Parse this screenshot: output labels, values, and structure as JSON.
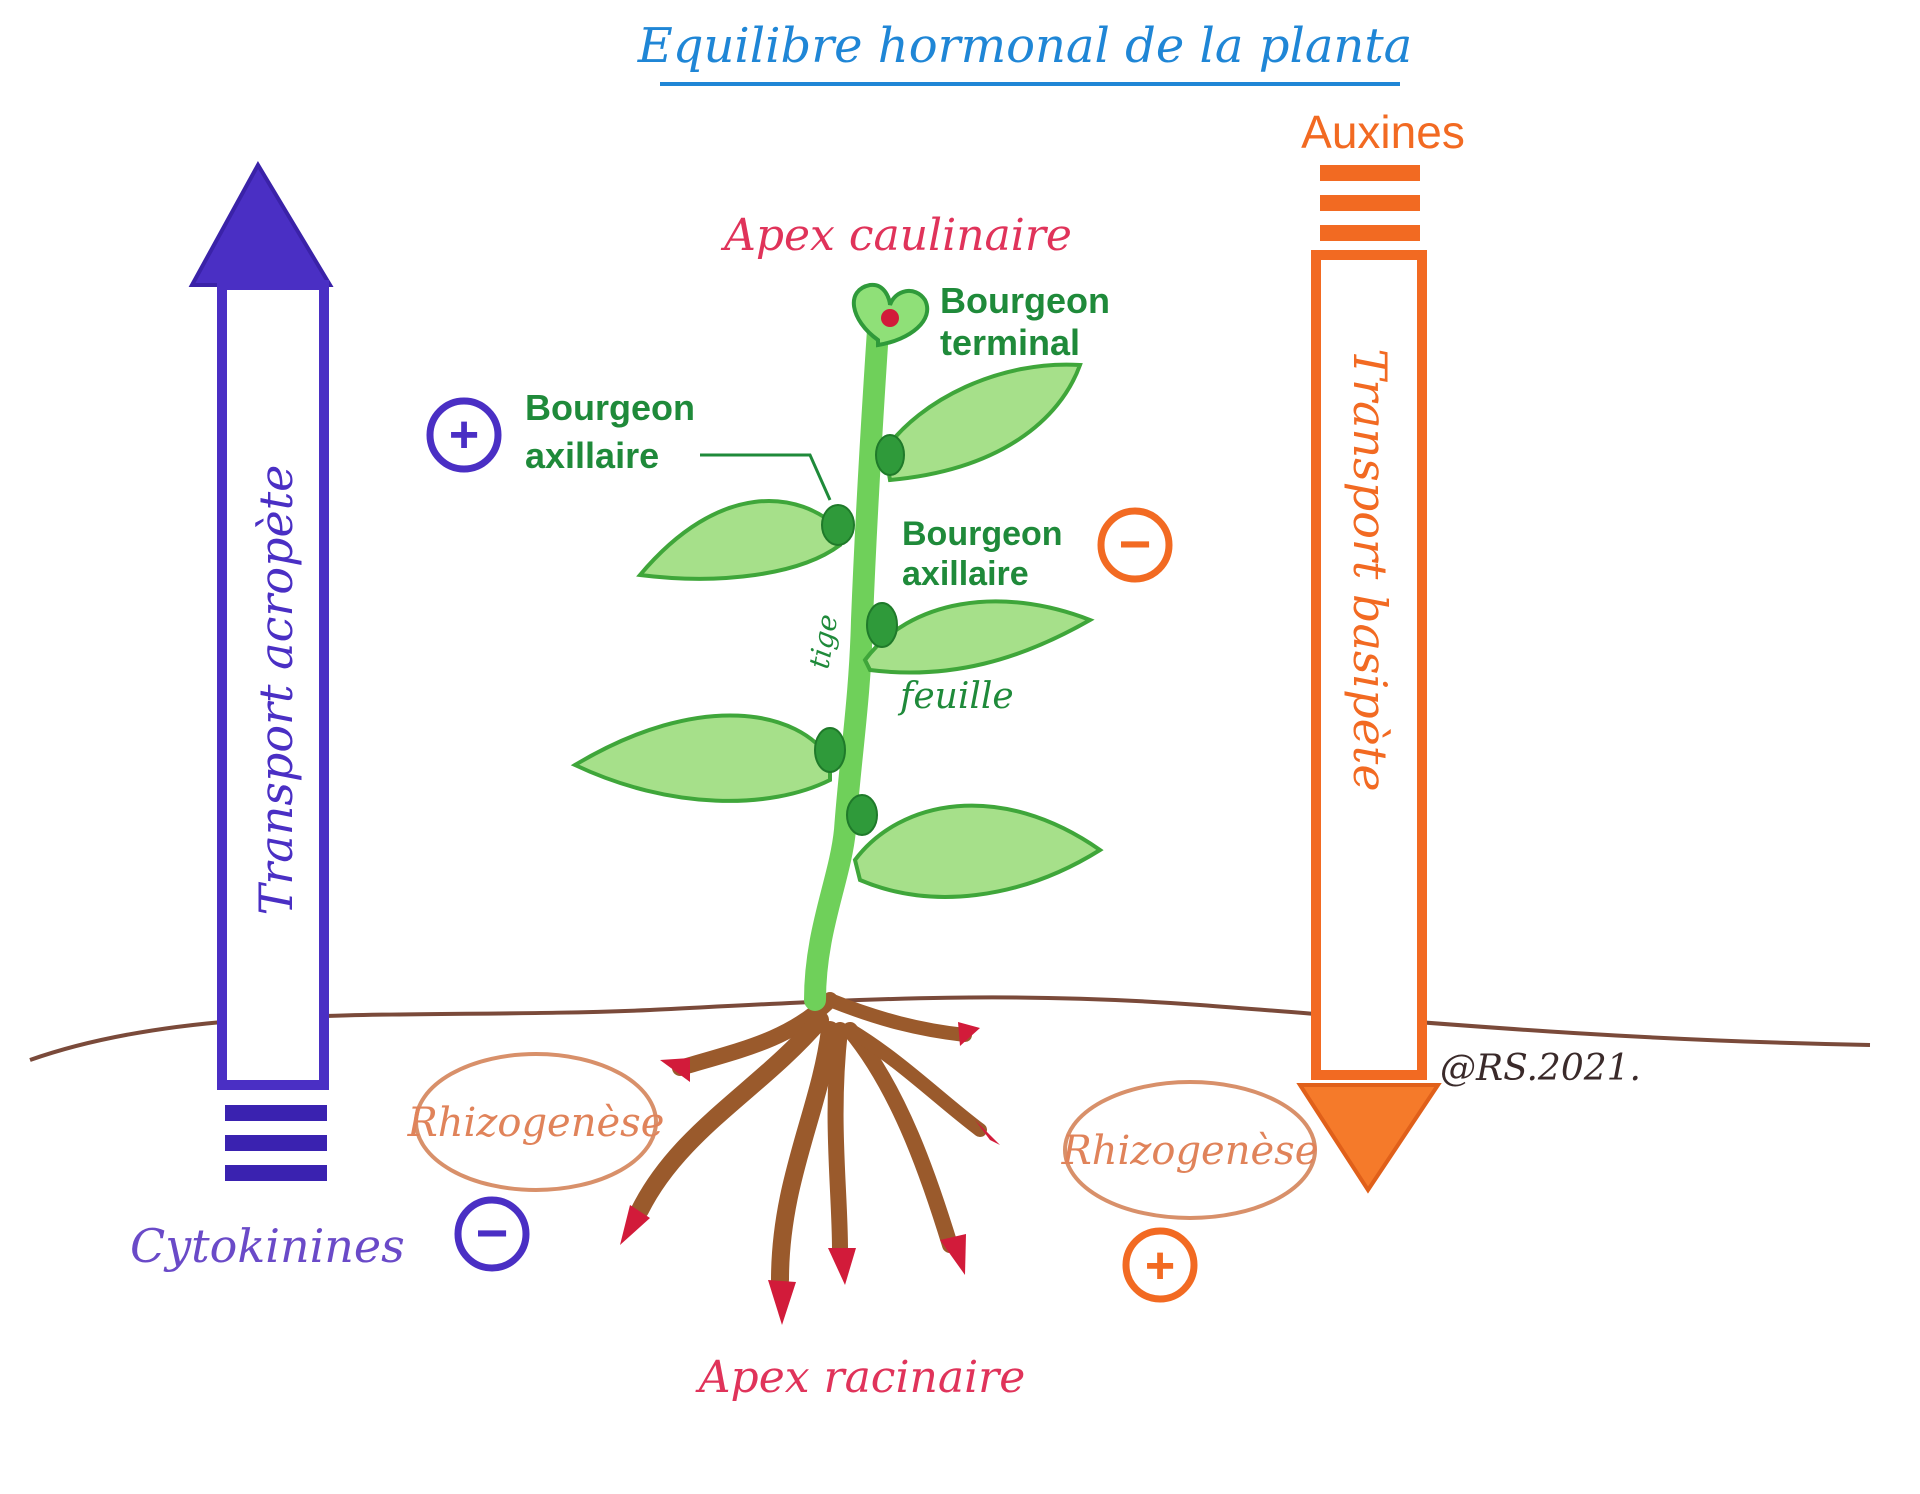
{
  "title": "Equilibre hormonal de la planta",
  "left_hormone": {
    "name": "Cytokinines",
    "transport_label": "Transport acropète",
    "effect_axillary": "+",
    "effect_rhizogenesis": "−",
    "rhizogenesis_label": "Rhizogenèse",
    "color": "#4a2fc4"
  },
  "right_hormone": {
    "name": "Auxines",
    "transport_label": "Transport basipète",
    "effect_axillary": "−",
    "effect_rhizogenesis": "+",
    "rhizogenesis_label": "Rhizogenèse",
    "color": "#f26a22"
  },
  "plant_labels": {
    "apex_caulinaire": "Apex caulinaire",
    "bourgeon_terminal_1": "Bourgeon",
    "bourgeon_terminal_2": "terminal",
    "bourgeon_axillaire_left_1": "Bourgeon",
    "bourgeon_axillaire_left_2": "axillaire",
    "bourgeon_axillaire_right_1": "Bourgeon",
    "bourgeon_axillaire_right_2": "axillaire",
    "tige": "tige",
    "feuille": "feuille",
    "apex_racinaire": "Apex racinaire"
  },
  "signature": "@RS.2021.",
  "colors": {
    "title": "#1f86d6",
    "apex_labels": "#e0335a",
    "plant_labels": "#1f8a3a",
    "leaf_fill": "#a6e08a",
    "leaf_stroke": "#3fa63a",
    "stem": "#6fd05a",
    "root": "#9a5a2c",
    "root_tip": "#d21b3a",
    "soil_line": "#7a4a3a",
    "rhizo_oval": "#d8906a",
    "rhizo_text": "#e0835a"
  }
}
